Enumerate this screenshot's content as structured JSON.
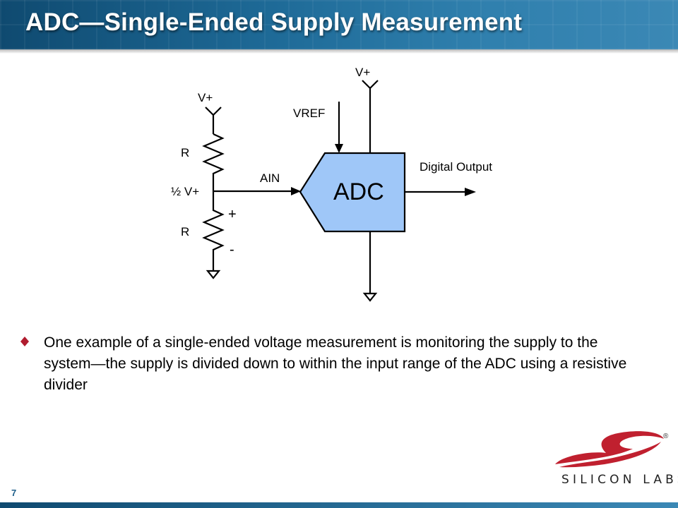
{
  "title": "ADC—Single-Ended Supply Measurement",
  "diagram": {
    "v_plus_left": "V+",
    "v_plus_top": "V+",
    "vref": "VREF",
    "resistor_top": "R",
    "resistor_bottom": "R",
    "half_v": "½ V+",
    "plus_sign": "+",
    "minus_sign": "-",
    "ain": "AIN",
    "adc": "ADC",
    "digital_output": "Digital Output"
  },
  "bullet": "One example of a single-ended voltage measurement is monitoring the supply to the system—the supply is divided down to within the input range of the ADC using a resistive divider",
  "page_number": "7",
  "logo": {
    "text": "SILICON LABS",
    "registered": "®"
  },
  "colors": {
    "header": "#1e6a97",
    "adc_fill": "#9fc7f8",
    "bullet": "#b01c2e",
    "logo_red": "#c0202f"
  }
}
